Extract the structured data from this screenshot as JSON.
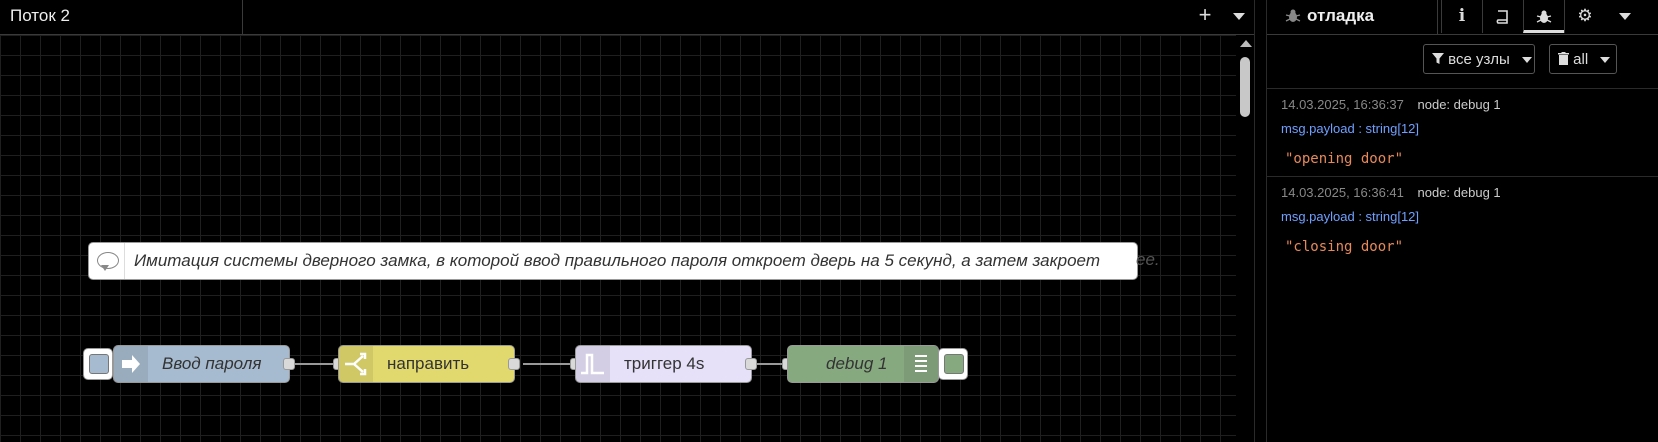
{
  "workspace": {
    "tab_title": "Поток 2",
    "add_icon": "plus-icon",
    "menu_icon": "chevron-down-icon",
    "comment_text": "Имитация системы дверного замка, в которой ввод правильного пароля откроет дверь на 5 секунд, а затем закроет",
    "comment_overflow": "ее.",
    "nodes": [
      {
        "label": "Ввод пароля",
        "icon": "arrow-right-icon",
        "color": "#a6bbcf"
      },
      {
        "label": "направить",
        "icon": "switch-icon",
        "color": "#e2d96e"
      },
      {
        "label": "триггер 4s",
        "icon": "trigger-icon",
        "color": "#e6e0f8"
      },
      {
        "label": "debug 1",
        "icon": "list-icon",
        "color": "#87a980"
      }
    ]
  },
  "sidebar": {
    "title": "отладка",
    "title_icon": "bug-icon",
    "tabs": [
      "info-icon",
      "book-icon",
      "bug-icon",
      "gear-icon"
    ],
    "filter_label": "все узлы",
    "clear_label": "all",
    "messages": [
      {
        "timestamp": "14.03.2025, 16:36:37",
        "node": "node: debug 1",
        "path": "msg.payload : string[12]",
        "value": "\"opening door\""
      },
      {
        "timestamp": "14.03.2025, 16:36:41",
        "node": "node: debug 1",
        "path": "msg.payload : string[12]",
        "value": "\"closing door\""
      }
    ]
  }
}
